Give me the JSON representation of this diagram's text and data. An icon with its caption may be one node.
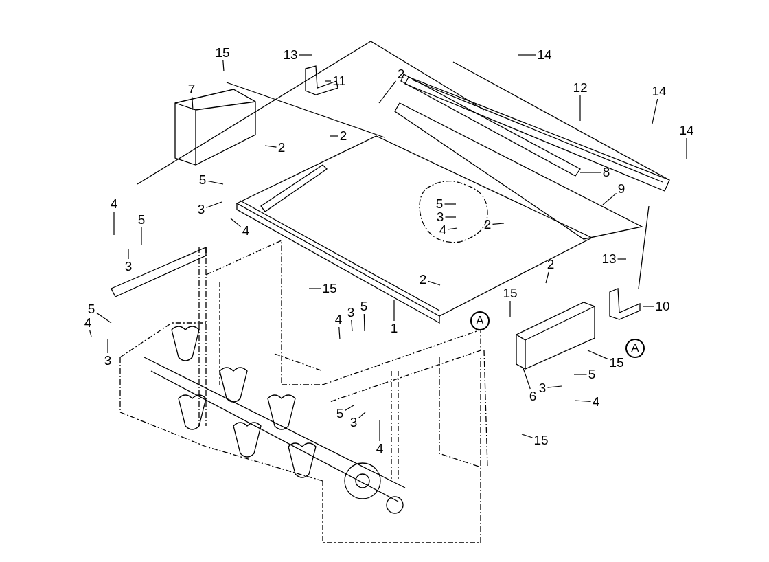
{
  "diagram": {
    "nodes": [
      {
        "text": [
          "15"
        ]
      },
      {
        "text": [
          "13"
        ]
      },
      {
        "text": [
          "14"
        ]
      },
      {
        "text": [
          "2"
        ]
      },
      {
        "text": [
          "11"
        ]
      },
      {
        "text": [
          "7"
        ]
      },
      {
        "text": [
          "12"
        ]
      },
      {
        "text": [
          "14"
        ]
      },
      {
        "text": [
          "14"
        ]
      },
      {
        "text": [
          "2"
        ]
      },
      {
        "text": [
          "2"
        ]
      },
      {
        "text": [
          "8"
        ]
      },
      {
        "text": [
          "5"
        ]
      },
      {
        "text": [
          "9"
        ]
      },
      {
        "text": [
          "4"
        ]
      },
      {
        "text": [
          "5"
        ]
      },
      {
        "text": [
          "3"
        ]
      },
      {
        "text": [
          "5"
        ]
      },
      {
        "text": [
          "3"
        ]
      },
      {
        "text": [
          "2"
        ]
      },
      {
        "text": [
          "4"
        ]
      },
      {
        "text": [
          "4"
        ]
      },
      {
        "text": [
          "13"
        ]
      },
      {
        "text": [
          "2"
        ]
      },
      {
        "text": [
          "3"
        ]
      },
      {
        "text": [
          "2"
        ]
      },
      {
        "text": [
          "15"
        ]
      },
      {
        "text": [
          "15"
        ]
      },
      {
        "text": [
          "5"
        ]
      },
      {
        "text": [
          "5"
        ]
      },
      {
        "text": [
          "10"
        ]
      },
      {
        "text": [
          "3"
        ]
      },
      {
        "text": [
          "4"
        ]
      },
      {
        "text": [
          "A"
        ]
      },
      {
        "text": [
          "4"
        ]
      },
      {
        "text": [
          "1"
        ]
      },
      {
        "text": [
          "A"
        ]
      },
      {
        "text": [
          "3"
        ]
      },
      {
        "text": [
          "15"
        ]
      },
      {
        "text": [
          "5"
        ]
      },
      {
        "text": [
          "3"
        ]
      },
      {
        "text": [
          "6"
        ]
      },
      {
        "text": [
          "4"
        ]
      },
      {
        "text": [
          "5"
        ]
      },
      {
        "text": [
          "3"
        ]
      },
      {
        "text": [
          "15"
        ]
      },
      {
        "text": [
          "4"
        ]
      }
    ],
    "edges": [
      {
        "from": 0,
        "to": null,
        "arrow": "none"
      },
      {
        "from": 1,
        "to": null,
        "arrow": "none"
      },
      {
        "from": 2,
        "to": null,
        "arrow": "none"
      },
      {
        "from": 3,
        "to": null,
        "arrow": "none"
      },
      {
        "from": 4,
        "to": null,
        "arrow": "none"
      },
      {
        "from": 5,
        "to": null,
        "arrow": "none"
      },
      {
        "from": 6,
        "to": null,
        "arrow": "none"
      },
      {
        "from": 7,
        "to": null,
        "arrow": "none"
      },
      {
        "from": 8,
        "to": null,
        "arrow": "none"
      },
      {
        "from": 9,
        "to": null,
        "arrow": "none"
      },
      {
        "from": 10,
        "to": null,
        "arrow": "none"
      },
      {
        "from": 11,
        "to": null,
        "arrow": "none"
      },
      {
        "from": 12,
        "to": null,
        "arrow": "none"
      },
      {
        "from": 13,
        "to": null,
        "arrow": "none"
      },
      {
        "from": 14,
        "to": null,
        "arrow": "none"
      },
      {
        "from": 15,
        "to": null,
        "arrow": "none"
      },
      {
        "from": 16,
        "to": null,
        "arrow": "none"
      },
      {
        "from": 17,
        "to": null,
        "arrow": "none"
      },
      {
        "from": 18,
        "to": null,
        "arrow": "none"
      },
      {
        "from": 19,
        "to": null,
        "arrow": "none"
      },
      {
        "from": 20,
        "to": null,
        "arrow": "none"
      },
      {
        "from": 21,
        "to": null,
        "arrow": "none"
      },
      {
        "from": 22,
        "to": null,
        "arrow": "none"
      },
      {
        "from": 23,
        "to": null,
        "arrow": "none"
      },
      {
        "from": 24,
        "to": null,
        "arrow": "none"
      },
      {
        "from": 25,
        "to": null,
        "arrow": "none"
      },
      {
        "from": 26,
        "to": null,
        "arrow": "none"
      },
      {
        "from": 27,
        "to": null,
        "arrow": "none"
      },
      {
        "from": 28,
        "to": null,
        "arrow": "none"
      },
      {
        "from": 29,
        "to": null,
        "arrow": "none"
      },
      {
        "from": 30,
        "to": null,
        "arrow": "none"
      },
      {
        "from": 31,
        "to": null,
        "arrow": "none"
      },
      {
        "from": 32,
        "to": null,
        "arrow": "none"
      },
      {
        "from": 34,
        "to": null,
        "arrow": "none"
      },
      {
        "from": 35,
        "to": null,
        "arrow": "none"
      },
      {
        "from": 37,
        "to": null,
        "arrow": "none"
      },
      {
        "from": 38,
        "to": null,
        "arrow": "none"
      },
      {
        "from": 39,
        "to": null,
        "arrow": "none"
      },
      {
        "from": 40,
        "to": null,
        "arrow": "none"
      },
      {
        "from": 41,
        "to": null,
        "arrow": "none"
      },
      {
        "from": 42,
        "to": null,
        "arrow": "none"
      },
      {
        "from": 43,
        "to": null,
        "arrow": "none"
      },
      {
        "from": 44,
        "to": null,
        "arrow": "none"
      },
      {
        "from": 45,
        "to": null,
        "arrow": "none"
      },
      {
        "from": 46,
        "to": null,
        "arrow": "none"
      }
    ]
  }
}
